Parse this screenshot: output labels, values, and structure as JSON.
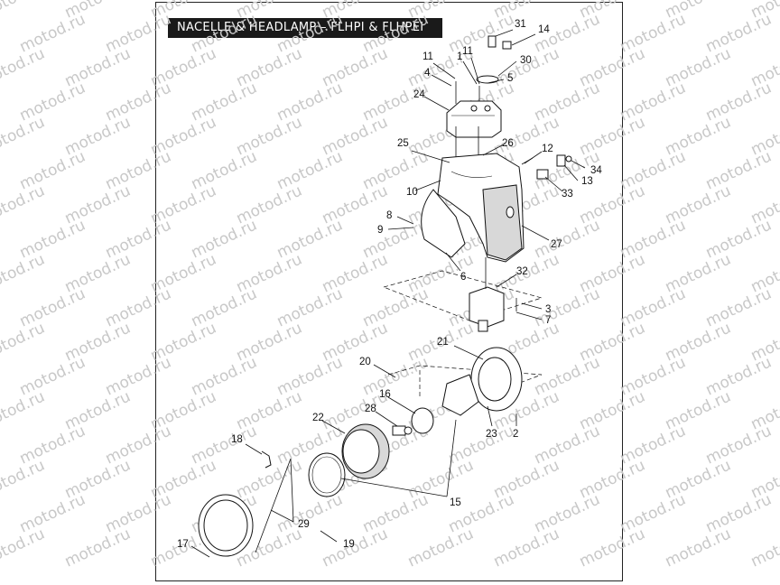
{
  "title": "NACELLE & HEADLAMP – FLHPI & FLHPEI",
  "watermark": "motod.ru",
  "callouts": [
    "1",
    "2",
    "3",
    "4",
    "5",
    "6",
    "7",
    "8",
    "9",
    "10",
    "11",
    "11",
    "12",
    "13",
    "14",
    "15",
    "16",
    "17",
    "18",
    "19",
    "20",
    "21",
    "22",
    "23",
    "24",
    "25",
    "26",
    "27",
    "28",
    "29",
    "30",
    "31",
    "32",
    "33",
    "34"
  ]
}
